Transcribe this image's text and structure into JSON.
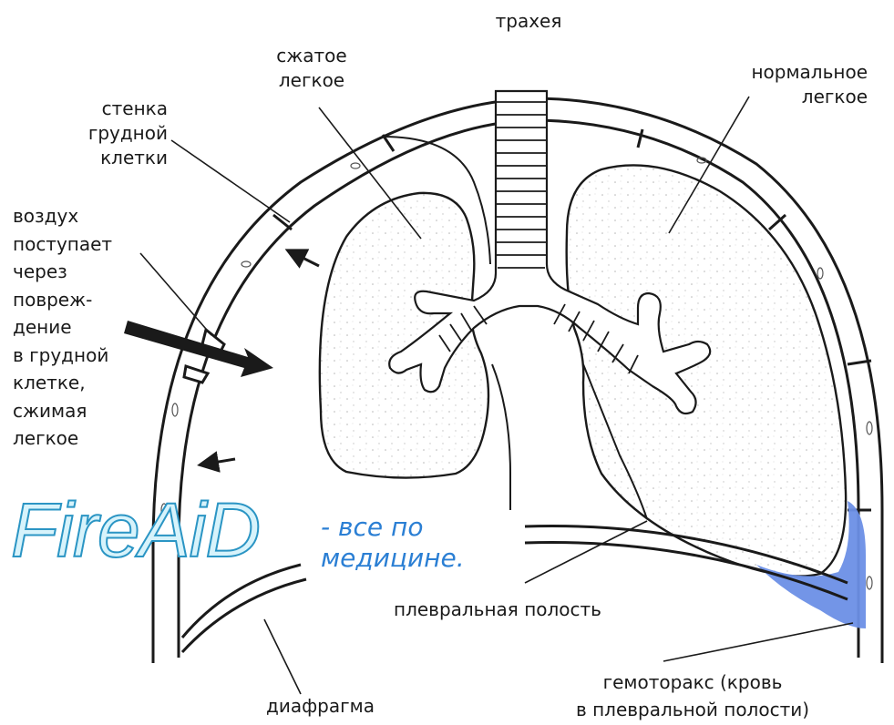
{
  "labels": {
    "trachea": "трахея",
    "compressed_lung": [
      "сжатое",
      "легкое"
    ],
    "normal_lung": [
      "нормальное",
      "легкое"
    ],
    "chest_wall": [
      "стенка",
      "грудной",
      "клетки"
    ],
    "air_entry": [
      "воздух",
      "поступает",
      "через",
      "повреж-",
      "дение",
      "в грудной",
      "клетке,",
      "сжимая",
      "легкое"
    ],
    "pleural_cavity": "плевральная полость",
    "hemothorax": [
      "гемоторакс (кровь",
      "в плевральной полости)"
    ],
    "diaphragm": "диафрагма"
  },
  "watermark": {
    "word": "FireAiD",
    "tagline": [
      "- все по",
      "медицине."
    ]
  },
  "colors": {
    "ink": "#1a1a1a",
    "blood": "#6b8fe6",
    "watermark_fill": "#d7f3fb",
    "watermark_stroke": "#2b95c4",
    "tagline": "#2b7fd4"
  }
}
